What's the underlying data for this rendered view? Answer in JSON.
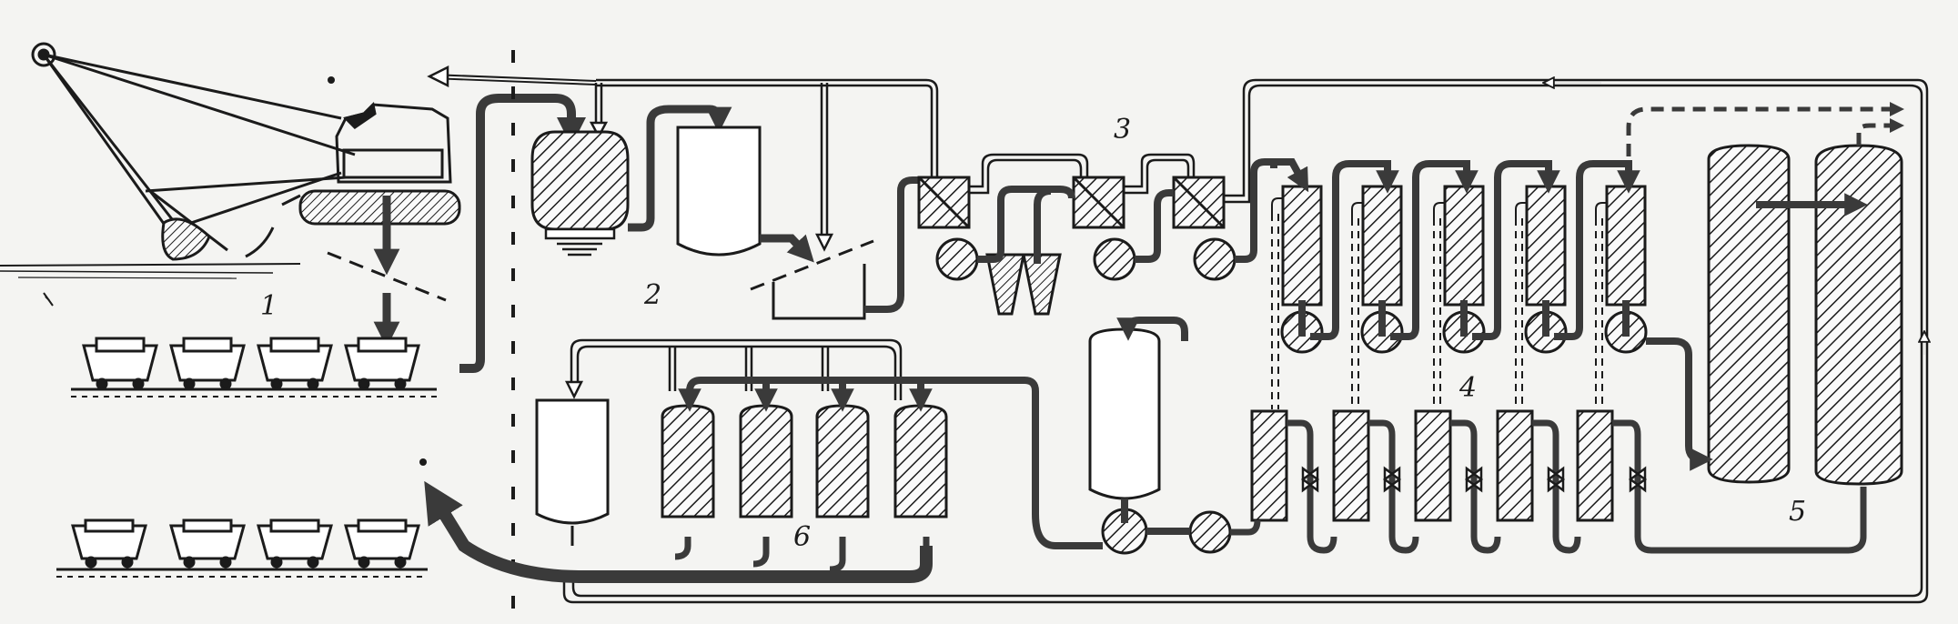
{
  "labels": {
    "stage_1": "1",
    "stage_2": "2",
    "stage_3": "3",
    "stage_4": "4",
    "stage_5": "5",
    "stage_6": "6"
  },
  "colors": {
    "paper": "#f4f4f2",
    "ink": "#1b1b1b",
    "heavy_stream": "#4a4a4a"
  }
}
